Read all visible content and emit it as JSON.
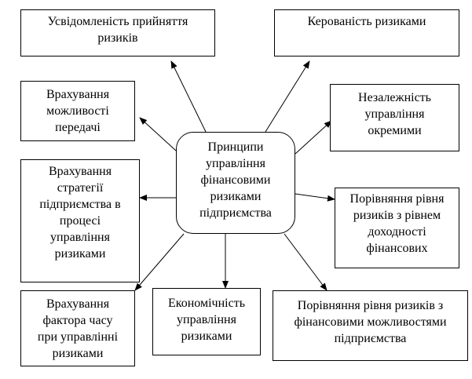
{
  "center": {
    "lines": [
      "Принципи",
      "управління",
      "фінансовими",
      "ризиками",
      "підприємства"
    ]
  },
  "boxes": [
    {
      "id": "awareness",
      "lines": [
        "Усвідомленість прийняття",
        "ризиків"
      ]
    },
    {
      "id": "manageability",
      "lines": [
        "Керованість ризиками"
      ]
    },
    {
      "id": "transfer",
      "lines": [
        "Врахування",
        "можливості",
        "передачі"
      ]
    },
    {
      "id": "independence",
      "lines": [
        "Незалежність",
        "управління",
        "окремими"
      ]
    },
    {
      "id": "strategy",
      "lines": [
        "Врахування",
        "стратегії",
        "підприємства в",
        "процесі",
        "управління",
        "ризиками"
      ]
    },
    {
      "id": "profitability",
      "lines": [
        "Порівняння рівня",
        "ризиків з рівнем",
        "доходності",
        "фінансових"
      ]
    },
    {
      "id": "time-factor",
      "lines": [
        "Врахування",
        "фактора часу",
        "при управлінні",
        "ризиками"
      ]
    },
    {
      "id": "economy",
      "lines": [
        "Економічність",
        "управління",
        "ризиками"
      ]
    },
    {
      "id": "capabilities",
      "lines": [
        "Порівняння рівня ризиків з",
        "фінансовими можливостями",
        "підприємства"
      ]
    }
  ]
}
